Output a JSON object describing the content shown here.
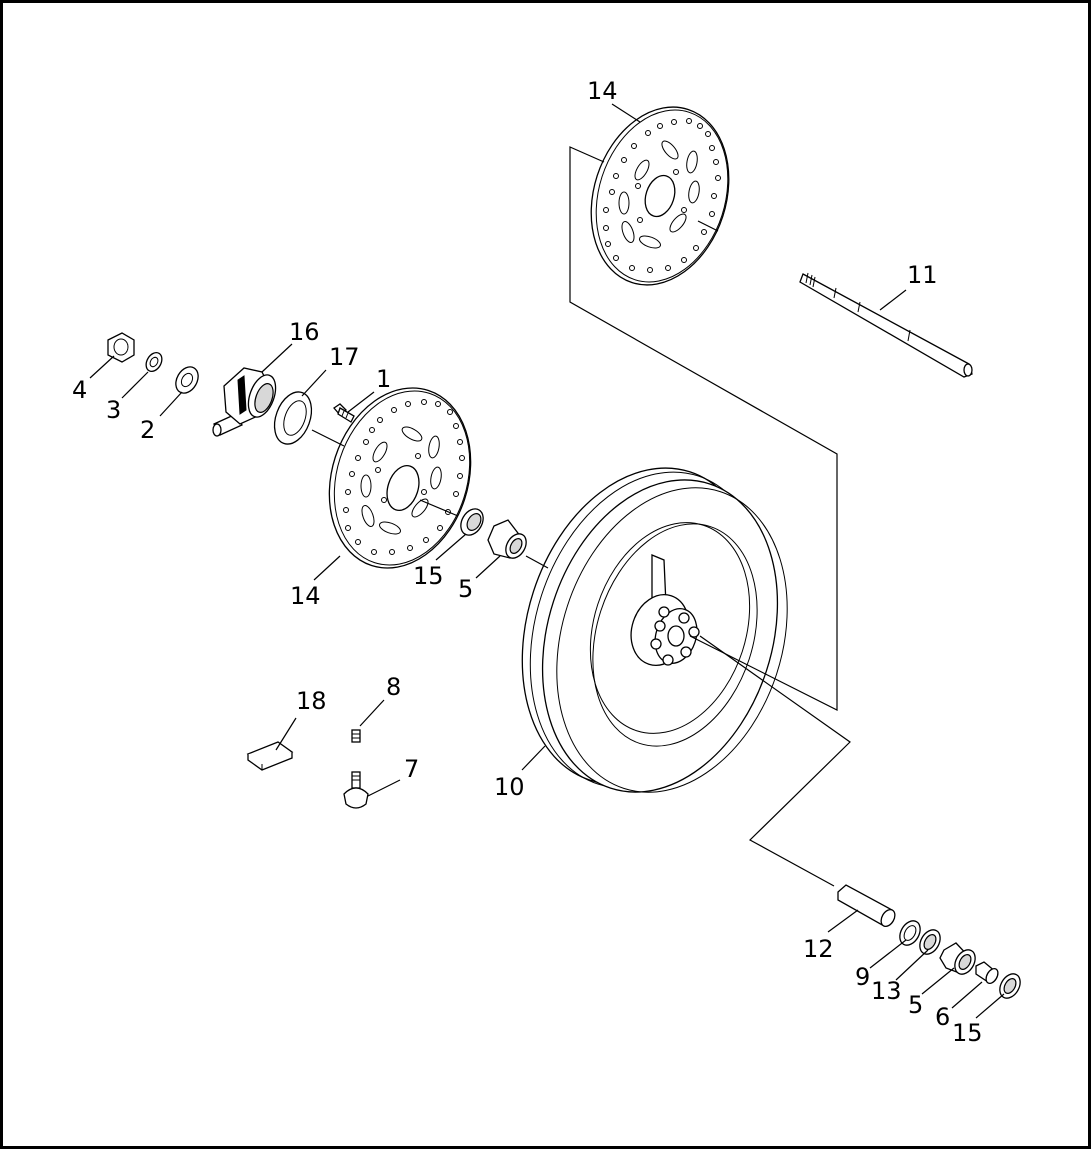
{
  "callouts": {
    "c1": "1",
    "c2": "2",
    "c3": "3",
    "c4": "4",
    "c5a": "5",
    "c5b": "5",
    "c6": "6",
    "c7": "7",
    "c8": "8",
    "c9": "9",
    "c10": "10",
    "c11": "11",
    "c12": "12",
    "c13": "13",
    "c14a": "14",
    "c14b": "14",
    "c15a": "15",
    "c15b": "15",
    "c16": "16",
    "c17": "17",
    "c18": "18"
  }
}
